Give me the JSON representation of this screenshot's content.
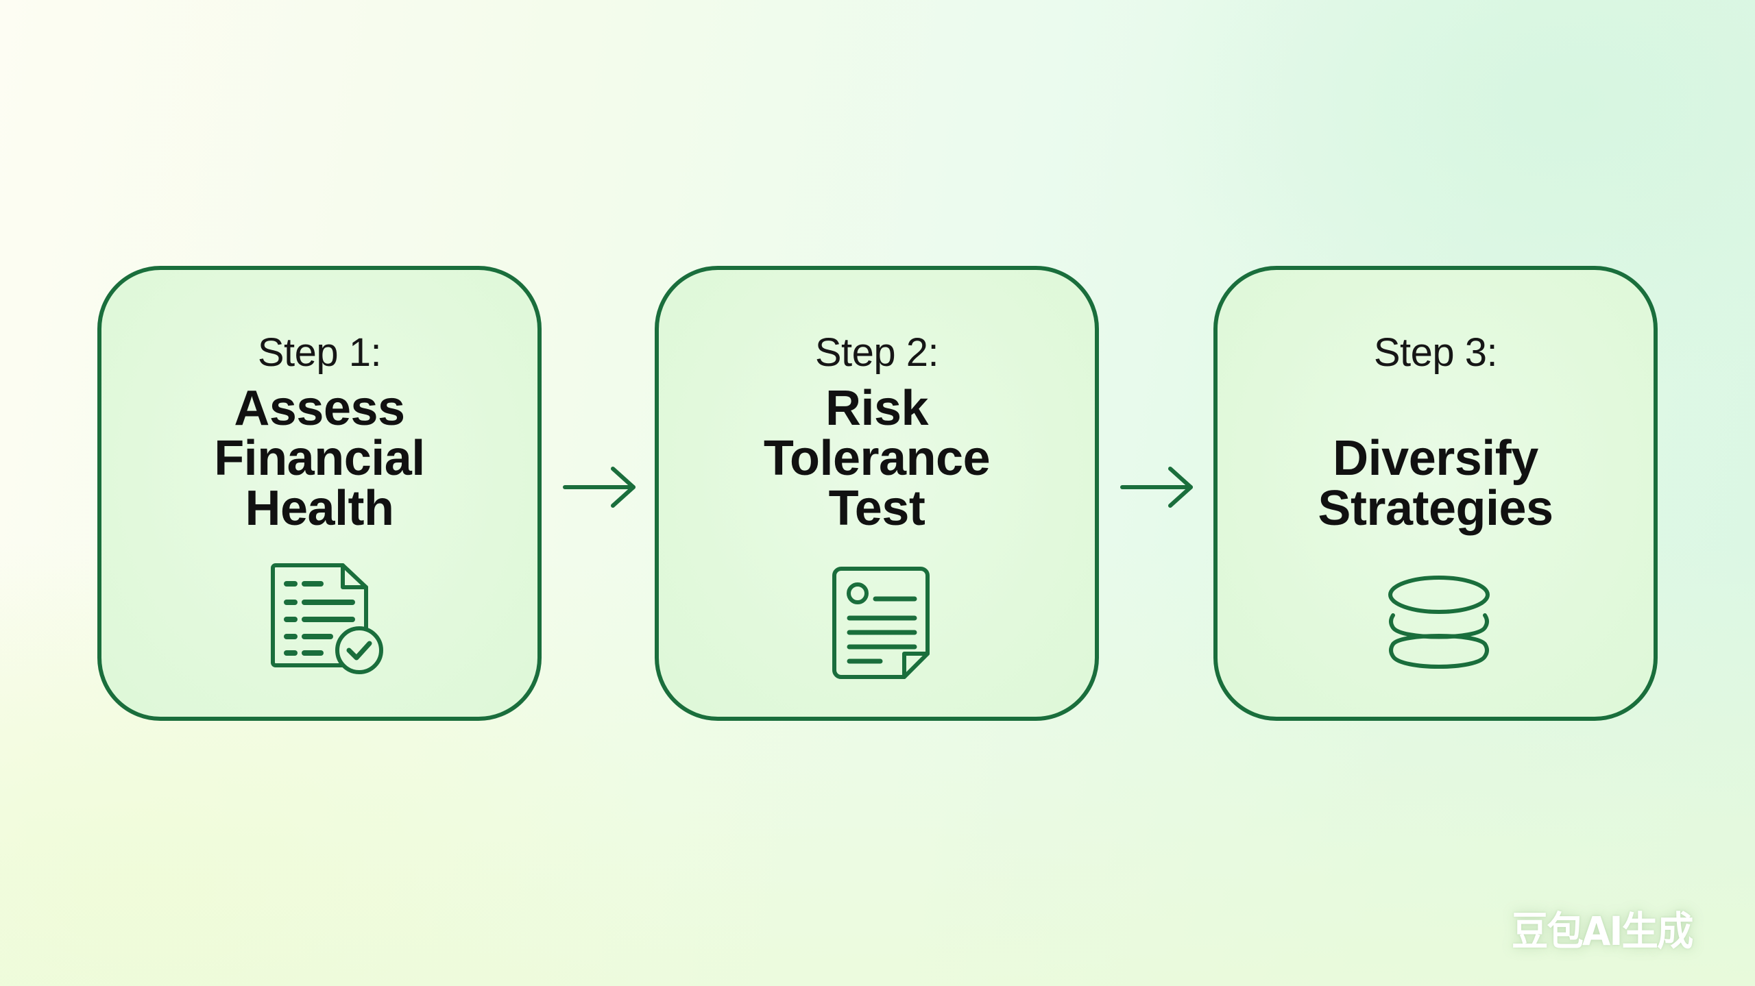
{
  "diagram": {
    "type": "process-flow",
    "steps": [
      {
        "label": "Step 1:",
        "title_lines": [
          "Assess",
          "Financial",
          "Health"
        ],
        "icon": "document-checkmark-icon"
      },
      {
        "label": "Step 2:",
        "title_lines": [
          "Risk",
          "Tolerance",
          "Test"
        ],
        "icon": "form-document-icon"
      },
      {
        "label": "Step 3:",
        "title_lines": [
          "Diversify",
          "Strategies"
        ],
        "icon": "coin-stack-icon"
      }
    ],
    "connectors": [
      {
        "from": "Step 1",
        "to": "Step 2",
        "icon": "arrow-right-icon"
      },
      {
        "from": "Step 2",
        "to": "Step 3",
        "icon": "arrow-right-icon"
      }
    ]
  },
  "watermark": "豆包AI生成",
  "colors": {
    "accent": "#1a6e3c",
    "card_fill": "#e4f9de",
    "text": "#111111",
    "background_left": "#fdfdf3",
    "background_right": "#dbf7e4"
  }
}
